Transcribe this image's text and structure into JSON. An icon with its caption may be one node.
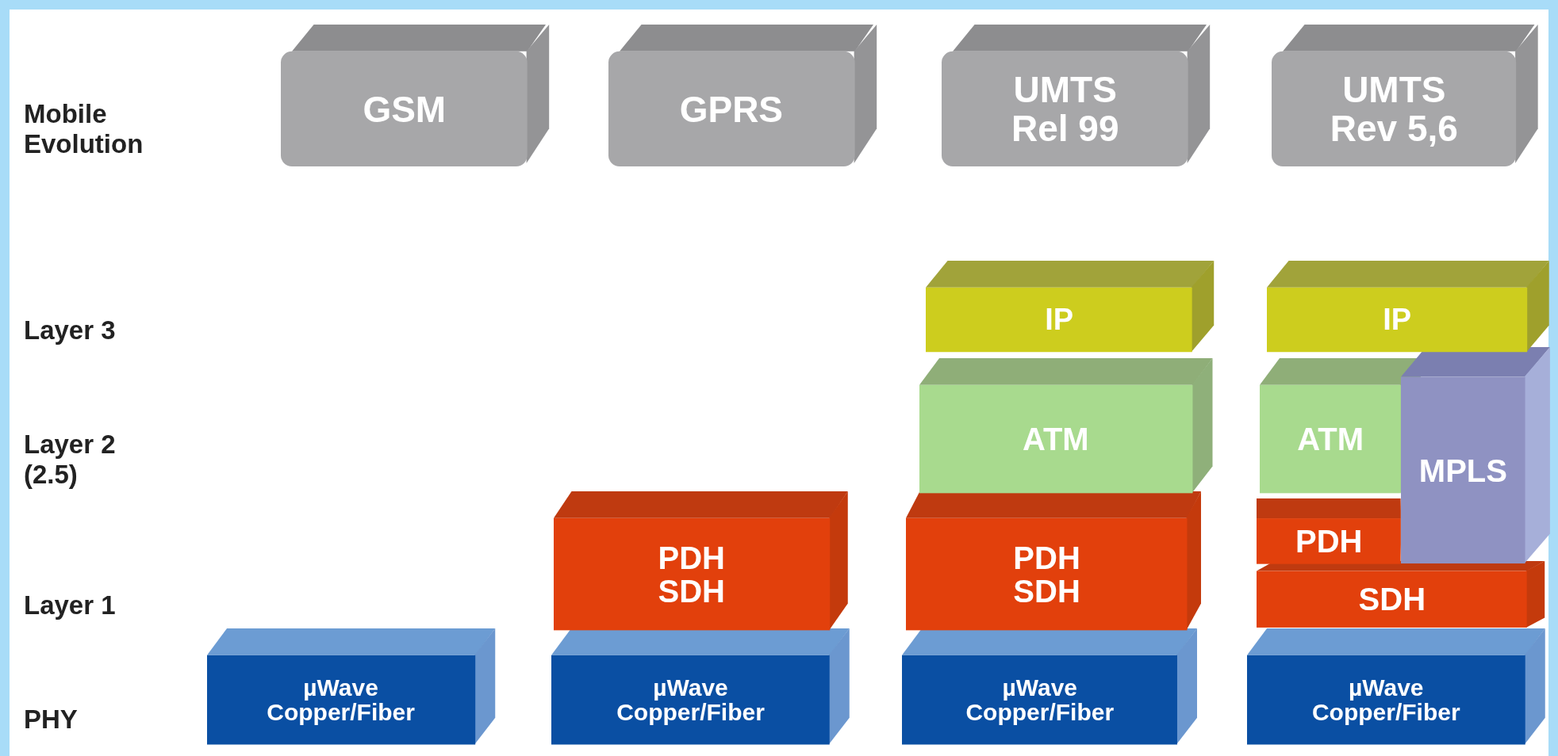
{
  "diagram": {
    "nodes": [
      {
        "text": [
          "GSM"
        ]
      },
      {
        "text": [
          "GPRS"
        ]
      },
      {
        "text": [
          "UMTS Rel 99"
        ]
      },
      {
        "text": [
          "UMTS Rev 5,6"
        ]
      },
      {
        "text": [
          "IP"
        ]
      },
      {
        "text": [
          "IP"
        ]
      },
      {
        "text": [
          "ATM"
        ]
      },
      {
        "text": [
          "ATM"
        ]
      },
      {
        "text": [
          "MPLS"
        ]
      },
      {
        "text": [
          "PDH SDH"
        ]
      },
      {
        "text": [
          "PDH SDH"
        ]
      },
      {
        "text": [
          "PDH"
        ]
      },
      {
        "text": [
          "SDH"
        ]
      },
      {
        "text": [
          "µWave Copper/Fiber"
        ]
      },
      {
        "text": [
          "µWave Copper/Fiber"
        ]
      },
      {
        "text": [
          "µWave Copper/Fiber"
        ]
      },
      {
        "text": [
          "µWave Copper/Fiber"
        ]
      }
    ],
    "labels": [
      "Mobile Evolution",
      "Layer 3",
      "Layer 2 (2.5)",
      "Layer 1",
      "PHY"
    ]
  }
}
